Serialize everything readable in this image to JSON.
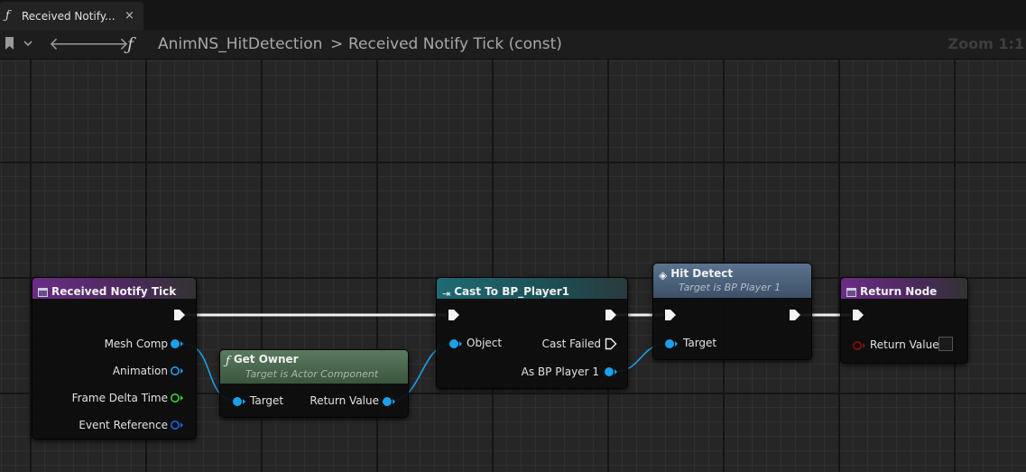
{
  "tab": {
    "title": "Received Notify...",
    "close": "×",
    "icon": "function-icon"
  },
  "toolbar": {
    "back": "🡐",
    "forward": "🡒",
    "breadcrumb_root": "AnimNS_HitDetection",
    "breadcrumb_separator": ">",
    "breadcrumb_current": "Received Notify Tick (const)",
    "zoom": "Zoom 1:1"
  },
  "colors": {
    "pin_object": "#1ba0e8",
    "pin_float": "#37d23c",
    "pin_delegate": "#2366d6",
    "pin_bool": "#8c0e0e",
    "header_event": "#6a2c86",
    "header_pure": "#44634a",
    "header_cast": "#1f6a73",
    "header_call": "#48607a"
  },
  "nodes": {
    "received": {
      "title": "Received Notify Tick",
      "pins": [
        "Mesh Comp",
        "Animation",
        "Frame Delta Time",
        "Event Reference"
      ]
    },
    "get_owner": {
      "title": "Get Owner",
      "subtitle": "Target is Actor Component",
      "in_pin": "Target",
      "out_pin": "Return Value"
    },
    "cast": {
      "title": "Cast To BP_Player1",
      "in_pin": "Object",
      "out_failed": "Cast Failed",
      "out_as": "As BP Player 1"
    },
    "hit": {
      "title": "Hit Detect",
      "subtitle": "Target is BP Player 1",
      "in_pin": "Target"
    },
    "return": {
      "title": "Return Node",
      "in_pin": "Return Value"
    }
  }
}
